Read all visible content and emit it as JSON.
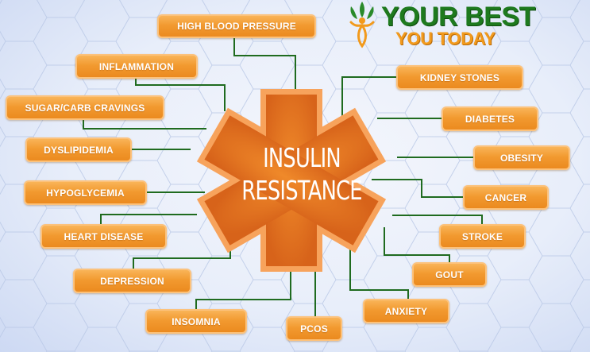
{
  "logo": {
    "line1": "YOUR BEST",
    "line2": "YOU TODAY",
    "icon": "leaf-person-icon",
    "colors": {
      "green": "#1e7a1e",
      "orange": "#f29a1c"
    }
  },
  "center": {
    "line1": "INSULIN",
    "line2": "RESISTANCE",
    "shape": "star-of-life-asterisk",
    "color": "#e0701a",
    "border_color": "#f7a35c"
  },
  "connector_color": "#1f6b1f",
  "nodes": [
    {
      "label": "HIGH BLOOD PRESSURE",
      "side": "top"
    },
    {
      "label": "INFLAMMATION",
      "side": "left"
    },
    {
      "label": "SUGAR/CARB CRAVINGS",
      "side": "left"
    },
    {
      "label": "DYSLIPIDEMIA",
      "side": "left"
    },
    {
      "label": "HYPOGLYCEMIA",
      "side": "left"
    },
    {
      "label": "HEART DISEASE",
      "side": "left"
    },
    {
      "label": "DEPRESSION",
      "side": "left"
    },
    {
      "label": "INSOMNIA",
      "side": "bottom"
    },
    {
      "label": "PCOS",
      "side": "bottom"
    },
    {
      "label": "ANXIETY",
      "side": "bottom"
    },
    {
      "label": "GOUT",
      "side": "right"
    },
    {
      "label": "STROKE",
      "side": "right"
    },
    {
      "label": "CANCER",
      "side": "right"
    },
    {
      "label": "OBESITY",
      "side": "right"
    },
    {
      "label": "DIABETES",
      "side": "right"
    },
    {
      "label": "KIDNEY STONES",
      "side": "right"
    }
  ]
}
